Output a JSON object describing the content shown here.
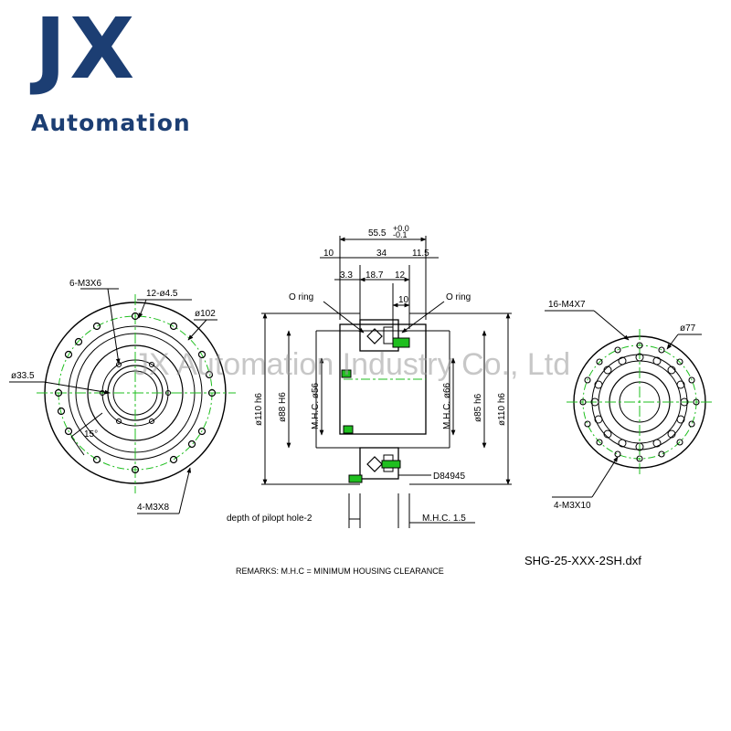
{
  "logo": {
    "brand": "JX",
    "subtitle": "Automation"
  },
  "watermark": "JX Automation Industry Co., Ltd",
  "colors": {
    "brand": "#1c3e73",
    "centerline": "#1fbf1f",
    "lines": "#000000"
  },
  "left_view": {
    "labels": {
      "holes_a": "6-M3X6",
      "holes_b": "12-ø4.5",
      "pcd": "ø102",
      "bore": "ø33.5",
      "angle": "15°",
      "holes_c": "4-M3X8"
    }
  },
  "section_view": {
    "dims": {
      "overall": "55.5",
      "tol_upper": "+0.0",
      "tol_lower": "-0.1",
      "d10a": "10",
      "d34": "34",
      "d11_5": "11.5",
      "d3_3": "3.3",
      "d18_7": "18.7",
      "d12": "12",
      "d10b": "10",
      "oring_left": "O ring",
      "oring_right": "O ring",
      "od110_left": "ø110 h6",
      "d88": "ø88 H6",
      "mhc56": "M.H.C. ø56",
      "mhc66": "M.H.C. ø66",
      "d85": "ø85 h6",
      "od110_right": "ø110 h6",
      "seal": "D84945",
      "pilot": "depth of pilopt hole-2",
      "mhc15": "M.H.C. 1.5"
    }
  },
  "right_view": {
    "labels": {
      "holes_a": "16-M4X7",
      "pcd": "ø77",
      "holes_b": "4-M3X10"
    }
  },
  "remarks": "REMARKS:  M.H.C = MINIMUM HOUSING CLEARANCE",
  "filename": "SHG-25-XXX-2SH.dxf"
}
